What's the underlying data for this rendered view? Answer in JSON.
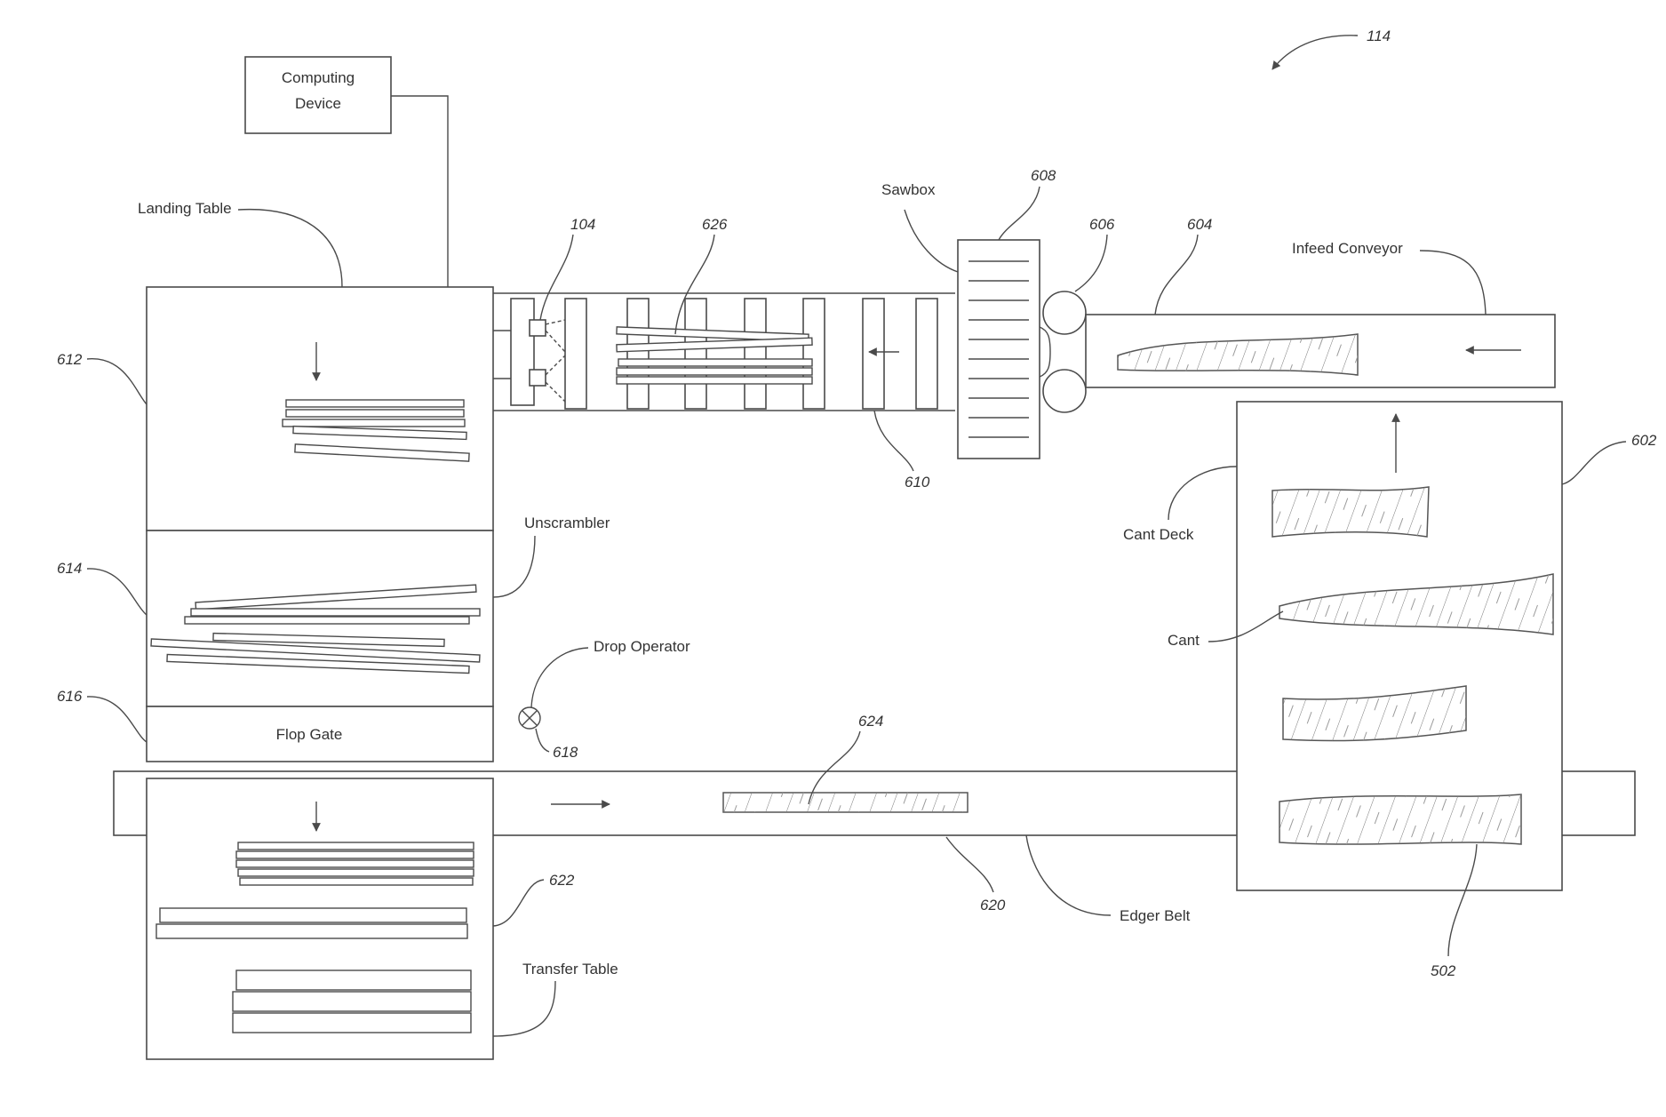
{
  "figure": {
    "ref_number": "114"
  },
  "components": {
    "computing_device": {
      "line1": "Computing",
      "line2": "Device"
    },
    "landing_table": {
      "label": "Landing Table",
      "ref": "612"
    },
    "unscrambler": {
      "label": "Unscrambler",
      "ref": "614"
    },
    "flop_gate": {
      "label": "Flop Gate",
      "ref": "616"
    },
    "drop_operator": {
      "label": "Drop Operator",
      "ref": "618"
    },
    "transfer_table": {
      "label": "Transfer Table",
      "ref": "622"
    },
    "edger_belt": {
      "label": "Edger Belt",
      "ref": "620"
    },
    "sawbox": {
      "label": "Sawbox",
      "ref": "608"
    },
    "infeed_conveyor": {
      "label": "Infeed Conveyor",
      "ref": "604"
    },
    "rollers": {
      "ref": "606"
    },
    "sensors": {
      "ref": "104"
    },
    "outfeed_boards": {
      "ref": "626"
    },
    "outfeed_rolls": {
      "ref": "610"
    },
    "board_on_belt": {
      "ref": "624"
    },
    "cant_deck": {
      "label": "Cant Deck",
      "ref": "602"
    },
    "cant": {
      "label": "Cant",
      "ref": "502"
    }
  },
  "colors": {
    "line": "#4a4a4a",
    "text": "#333333",
    "background": "#ffffff"
  }
}
